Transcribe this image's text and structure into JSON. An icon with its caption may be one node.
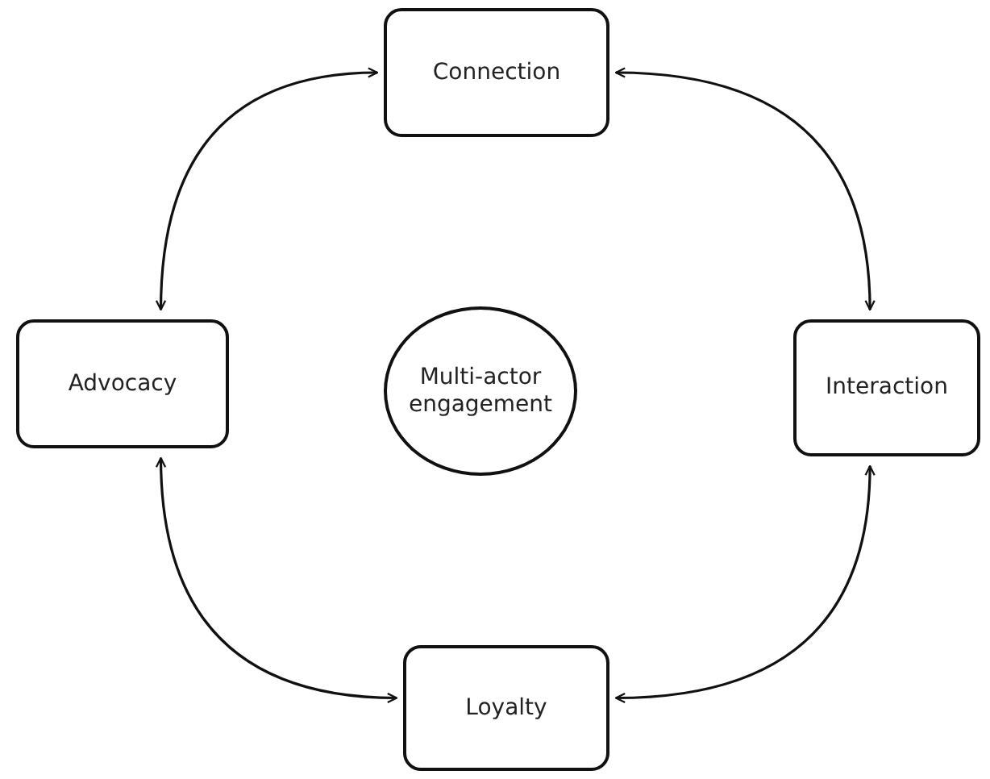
{
  "diagram": {
    "nodes": [
      {
        "text": [
          "Connection"
        ]
      },
      {
        "text": [
          "Advocacy"
        ]
      },
      {
        "text": [
          "Multi-actor engagement"
        ]
      },
      {
        "text": [
          "Interaction"
        ]
      },
      {
        "text": [
          "Loyalty"
        ]
      }
    ],
    "edges": [
      {
        "from": 0,
        "to": 1,
        "arrow": "both"
      },
      {
        "from": 0,
        "to": 3,
        "arrow": "both"
      },
      {
        "from": 1,
        "to": 4,
        "arrow": "both"
      },
      {
        "from": 3,
        "to": 4,
        "arrow": "both"
      }
    ]
  }
}
